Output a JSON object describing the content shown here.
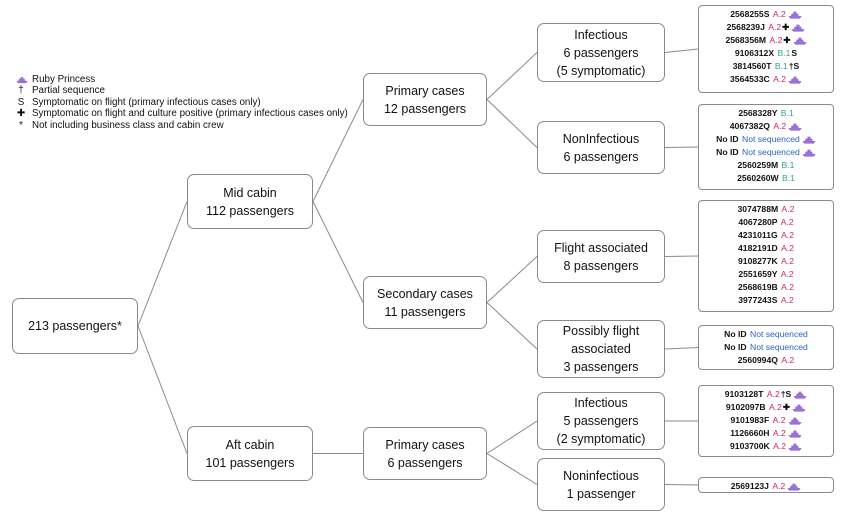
{
  "legend": [
    {
      "marker": "ship-icon",
      "text": "Ruby Princess"
    },
    {
      "marker": "†",
      "text": "Partial sequence"
    },
    {
      "marker": "S",
      "text": "Symptomatic on flight (primary infectious cases only)"
    },
    {
      "marker": "✚",
      "text": "Symptomatic on flight and culture positive (primary infectious cases only)"
    },
    {
      "marker": "*",
      "text": "Not including business class and cabin crew"
    }
  ],
  "nodes": {
    "root": {
      "lines": [
        "213 passengers*"
      ]
    },
    "mid_cabin": {
      "lines": [
        "Mid cabin",
        "112 passengers"
      ]
    },
    "aft_cabin": {
      "lines": [
        "Aft cabin",
        "101 passengers"
      ]
    },
    "mid_primary": {
      "lines": [
        "Primary cases",
        "12 passengers"
      ]
    },
    "mid_secondary": {
      "lines": [
        "Secondary cases",
        "11 passengers"
      ]
    },
    "aft_primary": {
      "lines": [
        "Primary cases",
        "6 passengers"
      ]
    },
    "mid_infectious": {
      "lines": [
        "Infectious",
        "6 passengers",
        "(5 symptomatic)"
      ]
    },
    "mid_noninfectious": {
      "lines": [
        "NonInfectious",
        "6 passengers"
      ]
    },
    "flight_associated": {
      "lines": [
        "Flight associated",
        "8 passengers"
      ]
    },
    "possibly_flight": {
      "lines": [
        "Possibly flight",
        "associated",
        "3 passengers"
      ]
    },
    "aft_infectious": {
      "lines": [
        "Infectious",
        "5 passengers",
        "(2 symptomatic)"
      ]
    },
    "aft_noninfectious": {
      "lines": [
        "Noninfectious",
        "1 passenger"
      ]
    }
  },
  "id_lists": {
    "mid_infectious": [
      {
        "id": "2568255S",
        "lineage": "A.2",
        "marks": "",
        "ship": true
      },
      {
        "id": "2568239J",
        "lineage": "A.2",
        "marks": "✚",
        "ship": true
      },
      {
        "id": "2568356M",
        "lineage": "A.2",
        "marks": "✚",
        "ship": true
      },
      {
        "id": "9106312X",
        "lineage": "B.1",
        "marks": "S",
        "ship": false
      },
      {
        "id": "3814560T",
        "lineage": "B.1",
        "marks": "†S",
        "ship": false
      },
      {
        "id": "3564533C",
        "lineage": "A.2",
        "marks": "",
        "ship": true
      }
    ],
    "mid_noninfectious": [
      {
        "id": "2568328Y",
        "lineage": "B.1",
        "marks": "",
        "ship": false
      },
      {
        "id": "4067382Q",
        "lineage": "A.2",
        "marks": "",
        "ship": true
      },
      {
        "id": "No ID",
        "lineage": "Not sequenced",
        "marks": "",
        "ship": true
      },
      {
        "id": "No ID",
        "lineage": "Not sequenced",
        "marks": "",
        "ship": true
      },
      {
        "id": "2560259M",
        "lineage": "B.1",
        "marks": "",
        "ship": false
      },
      {
        "id": "2560260W",
        "lineage": "B.1",
        "marks": "",
        "ship": false
      }
    ],
    "flight_associated": [
      {
        "id": "3074788M",
        "lineage": "A.2",
        "marks": "",
        "ship": false
      },
      {
        "id": "4067280P",
        "lineage": "A.2",
        "marks": "",
        "ship": false
      },
      {
        "id": "4231011G",
        "lineage": "A.2",
        "marks": "",
        "ship": false
      },
      {
        "id": "4182191D",
        "lineage": "A.2",
        "marks": "",
        "ship": false
      },
      {
        "id": "9108277K",
        "lineage": "A.2",
        "marks": "",
        "ship": false
      },
      {
        "id": "2551659Y",
        "lineage": "A.2",
        "marks": "",
        "ship": false
      },
      {
        "id": "2568619B",
        "lineage": "A.2",
        "marks": "",
        "ship": false
      },
      {
        "id": "3977243S",
        "lineage": "A.2",
        "marks": "",
        "ship": false
      }
    ],
    "possibly_flight": [
      {
        "id": "No ID",
        "lineage": "Not sequenced",
        "marks": "",
        "ship": false
      },
      {
        "id": "No ID",
        "lineage": "Not sequenced",
        "marks": "",
        "ship": false
      },
      {
        "id": "2560994Q",
        "lineage": "A.2",
        "marks": "",
        "ship": false
      }
    ],
    "aft_infectious": [
      {
        "id": "9103128T",
        "lineage": "A.2",
        "marks": "†S",
        "ship": true
      },
      {
        "id": "9102097B",
        "lineage": "A.2",
        "marks": "✚",
        "ship": true
      },
      {
        "id": "9101983F",
        "lineage": "A.2",
        "marks": "",
        "ship": true
      },
      {
        "id": "1126660H",
        "lineage": "A.2",
        "marks": "",
        "ship": true
      },
      {
        "id": "9103700K",
        "lineage": "A.2",
        "marks": "",
        "ship": true
      }
    ],
    "aft_noninfectious": [
      {
        "id": "2569123J",
        "lineage": "A.2",
        "marks": "",
        "ship": true
      }
    ]
  },
  "colors": {
    "A.2": "#d0246b",
    "B.1": "#2aa58e",
    "Not sequenced": "#2a63c9",
    "ship": "#9a6fd6",
    "edge": "#8a8a8a"
  }
}
